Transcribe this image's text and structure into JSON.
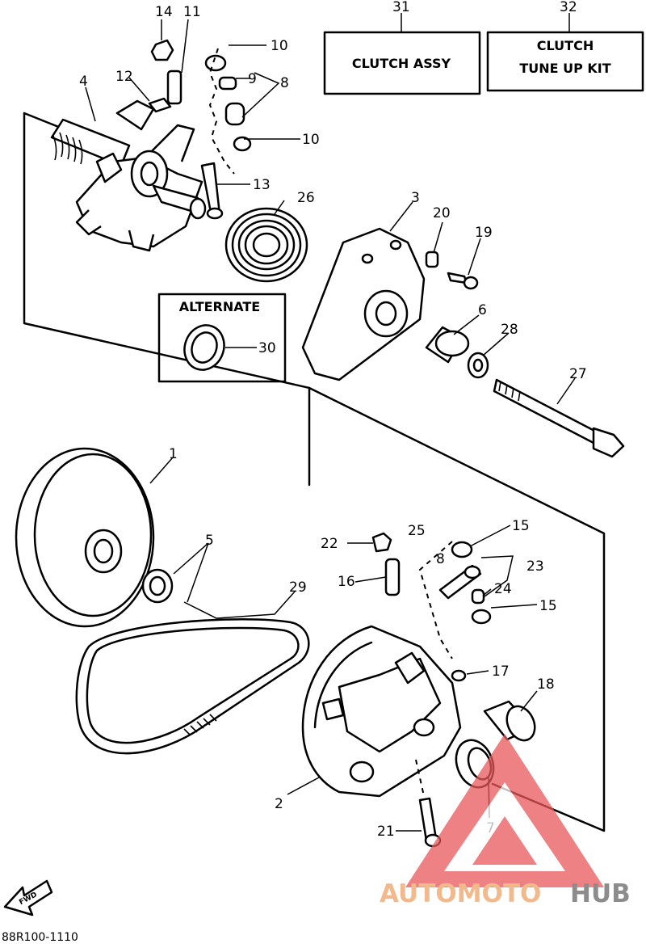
{
  "callouts": {
    "c1": "1",
    "c2": "2",
    "c3": "3",
    "c4": "4",
    "c5": "5",
    "c6": "6",
    "c7": "7",
    "c8a": "8",
    "c8b": "8",
    "c9": "9",
    "c10a": "10",
    "c10b": "10",
    "c11": "11",
    "c12": "12",
    "c13": "13",
    "c14": "14",
    "c15a": "15",
    "c15b": "15",
    "c16": "16",
    "c17": "17",
    "c18": "18",
    "c19": "19",
    "c20": "20",
    "c21": "21",
    "c22": "22",
    "c23": "23",
    "c24": "24",
    "c25": "25",
    "c26": "26",
    "c27": "27",
    "c28": "28",
    "c29": "29",
    "c30": "30",
    "c31": "31",
    "c32": "32"
  },
  "boxes": {
    "clutch_assy": "CLUTCH ASSY",
    "tune_kit_line1": "CLUTCH",
    "tune_kit_line2": "TUNE UP KIT",
    "alternate": "ALTERNATE"
  },
  "fwd_label": "FWD",
  "diagram_code": "88R100-1110",
  "watermark": {
    "part1": "AUTOMOTO",
    "part2": "HUB",
    "color1": "#f2b98c",
    "color2": "#8c8c8c",
    "logo_color": "#e8585a"
  }
}
